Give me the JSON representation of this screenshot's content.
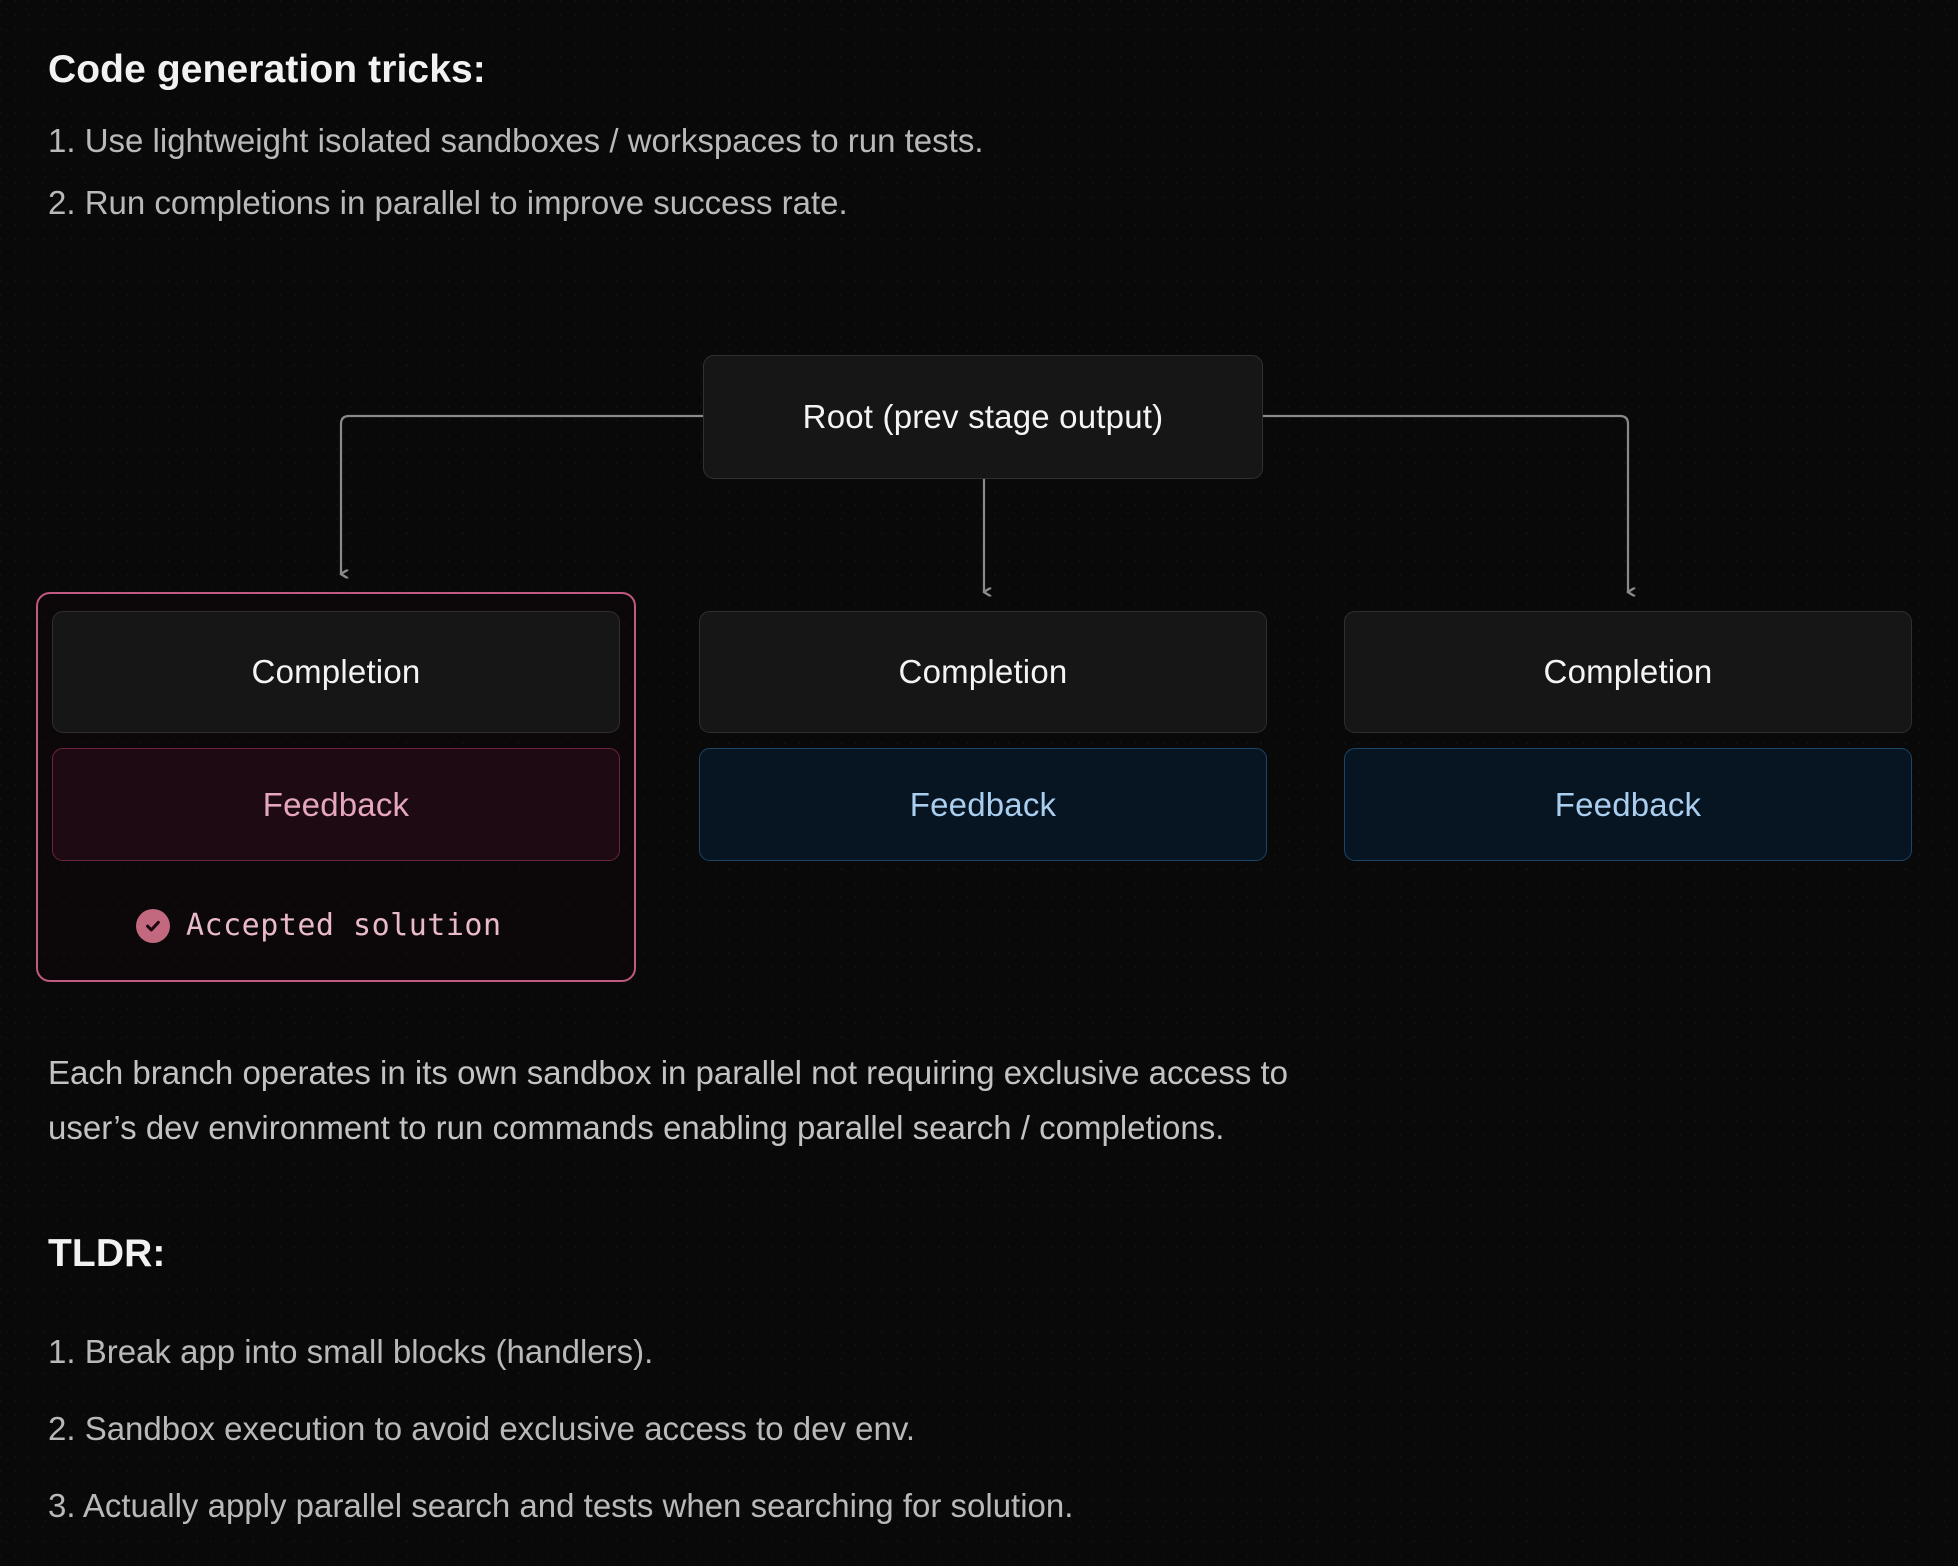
{
  "sections": {
    "tricks": {
      "heading": "Code generation tricks:",
      "items": [
        "1. Use lightweight isolated sandboxes / workspaces to run tests.",
        "2. Run completions in parallel to improve success rate."
      ]
    },
    "caption": {
      "line1": "Each branch operates in its own sandbox in parallel not requiring exclusive access to",
      "line2": "user’s dev environment to run commands enabling parallel search / completions."
    },
    "tldr": {
      "heading": "TLDR:",
      "items": [
        "1. Break app into small blocks (handlers).",
        "2. Sandbox execution to avoid exclusive access to dev env.",
        "3. Actually apply parallel search and tests when searching for solution."
      ]
    }
  },
  "diagram": {
    "root": {
      "label": "Root (prev stage output)"
    },
    "branches": [
      {
        "completion_label": "Completion",
        "feedback_label": "Feedback",
        "status_label": "Accepted solution",
        "accepted": true,
        "accent": "#c05a82"
      },
      {
        "completion_label": "Completion",
        "feedback_label": "Feedback",
        "accepted": false,
        "accent": "#1d4566"
      },
      {
        "completion_label": "Completion",
        "feedback_label": "Feedback",
        "accepted": false,
        "accent": "#1d4566"
      }
    ],
    "colors": {
      "background": "#090909",
      "node_fill": "#161616",
      "node_border": "#2f2f2f",
      "feedback_blue_fill": "#071421",
      "feedback_blue_border": "#1d4566",
      "feedback_blue_text": "#a9cef0",
      "feedback_pink_fill": "#1d0a12",
      "feedback_pink_border": "#6a2440",
      "feedback_pink_text": "#e6a6bd",
      "highlight_border": "#c05a82",
      "connector": "#8a8a8a",
      "accepted_icon": "#c2697f",
      "accepted_text": "#e9bac9"
    }
  }
}
